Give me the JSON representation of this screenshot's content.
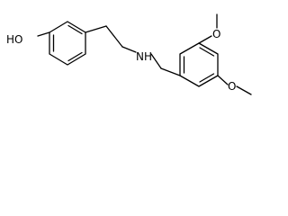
{
  "molecule": {
    "atoms": {
      "hydroxyl": "HO",
      "amine": "NH",
      "methoxy_top": "O",
      "methoxy_bottom": "O"
    }
  },
  "colors": {
    "bond": "#000000",
    "background": "#ffffff"
  }
}
